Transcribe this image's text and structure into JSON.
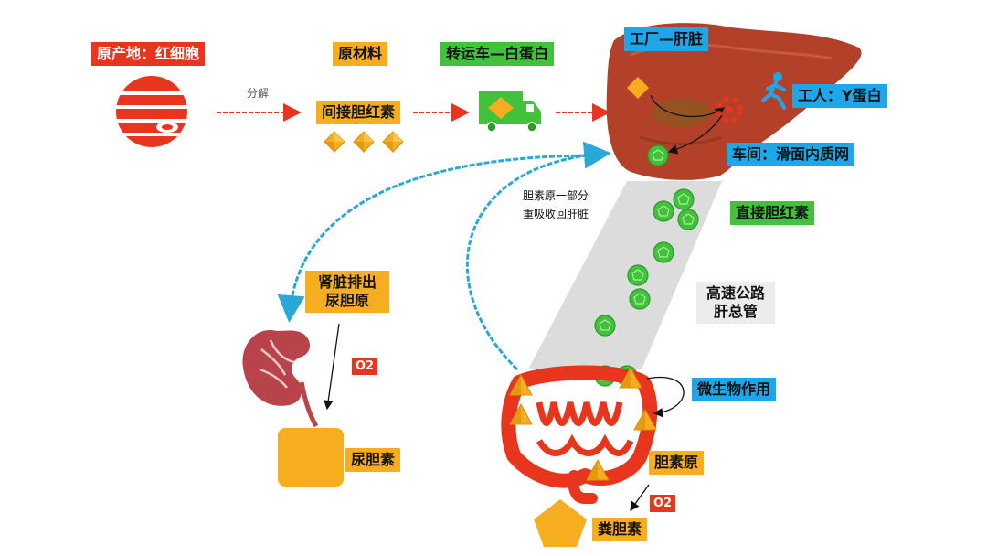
{
  "labels": {
    "source": "原产地：红细胞",
    "raw_material": "原材料",
    "transport": "转运车—白蛋白",
    "factory": "工厂—肝脏",
    "decompose": "分解",
    "indirect_bilirubin": "间接胆红素",
    "worker": "工人：Y蛋白",
    "workshop": "车间：滑面内质网",
    "direct_bilirubin": "直接胆红素",
    "reabsorb_line1": "胆素原一部分",
    "reabsorb_line2": "重吸收回肝脏",
    "kidney_line1": "肾脏排出",
    "kidney_line2": "尿胆原",
    "highway_line1": "高速公路",
    "highway_line2": "肝总管",
    "o2_kidney": "O2",
    "microbe": "微生物作用",
    "urobilin": "尿胆素",
    "urobilinogen": "胆素原",
    "o2_gut": "O2",
    "stercobilin": "粪胆素"
  },
  "colors": {
    "red": "#e8351e",
    "orange": "#f6ad1f",
    "green": "#41c23a",
    "blue": "#1ea7e8",
    "liver": "#b3412a",
    "arrow_red": "#e8351e",
    "arrow_blue": "#2aa8d8"
  },
  "icons": [
    "red-blood-cell-icon",
    "albumin-truck-icon",
    "liver-icon",
    "worker-running-icon",
    "kidney-icon",
    "intestine-icon",
    "bilirubin-crystal-icon"
  ]
}
